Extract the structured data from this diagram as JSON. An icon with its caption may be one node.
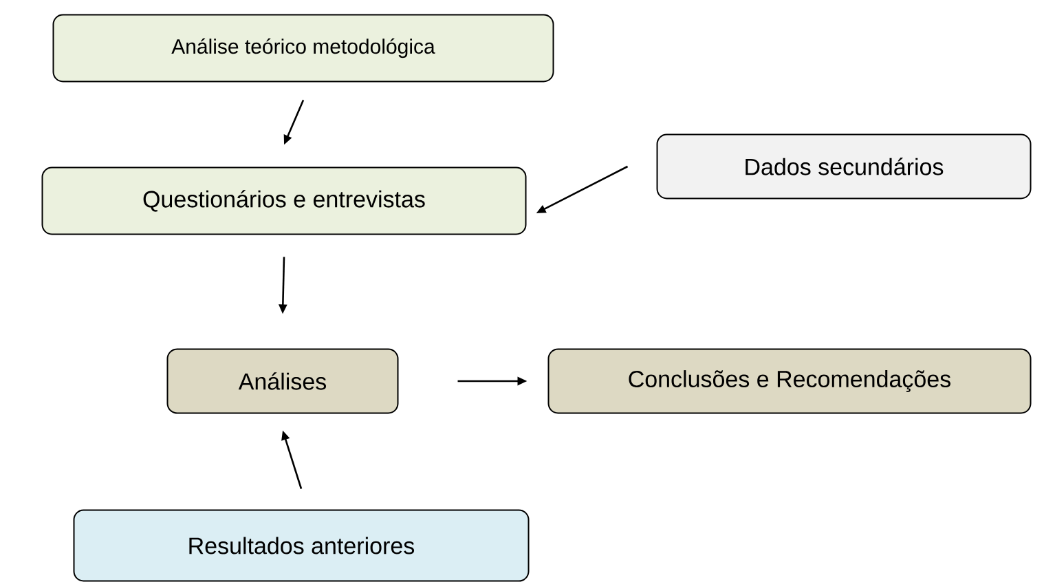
{
  "diagram": {
    "nodes": [
      {
        "text": [
          "Análise teórico metodológica"
        ]
      },
      {
        "text": [
          "Questionários e entrevistas"
        ]
      },
      {
        "text": [
          "Dados secundários"
        ]
      },
      {
        "text": [
          "Análises"
        ]
      },
      {
        "text": [
          "Conclusões e Recomendações"
        ]
      },
      {
        "text": [
          "Resultados anteriores"
        ]
      }
    ],
    "edges": [
      {
        "from": 0,
        "to": 1,
        "arrow": "to"
      },
      {
        "from": 2,
        "to": 1,
        "arrow": "to"
      },
      {
        "from": 1,
        "to": 3,
        "arrow": "to"
      },
      {
        "from": 3,
        "to": 4,
        "arrow": "to"
      },
      {
        "from": 5,
        "to": 3,
        "arrow": "to"
      }
    ]
  }
}
